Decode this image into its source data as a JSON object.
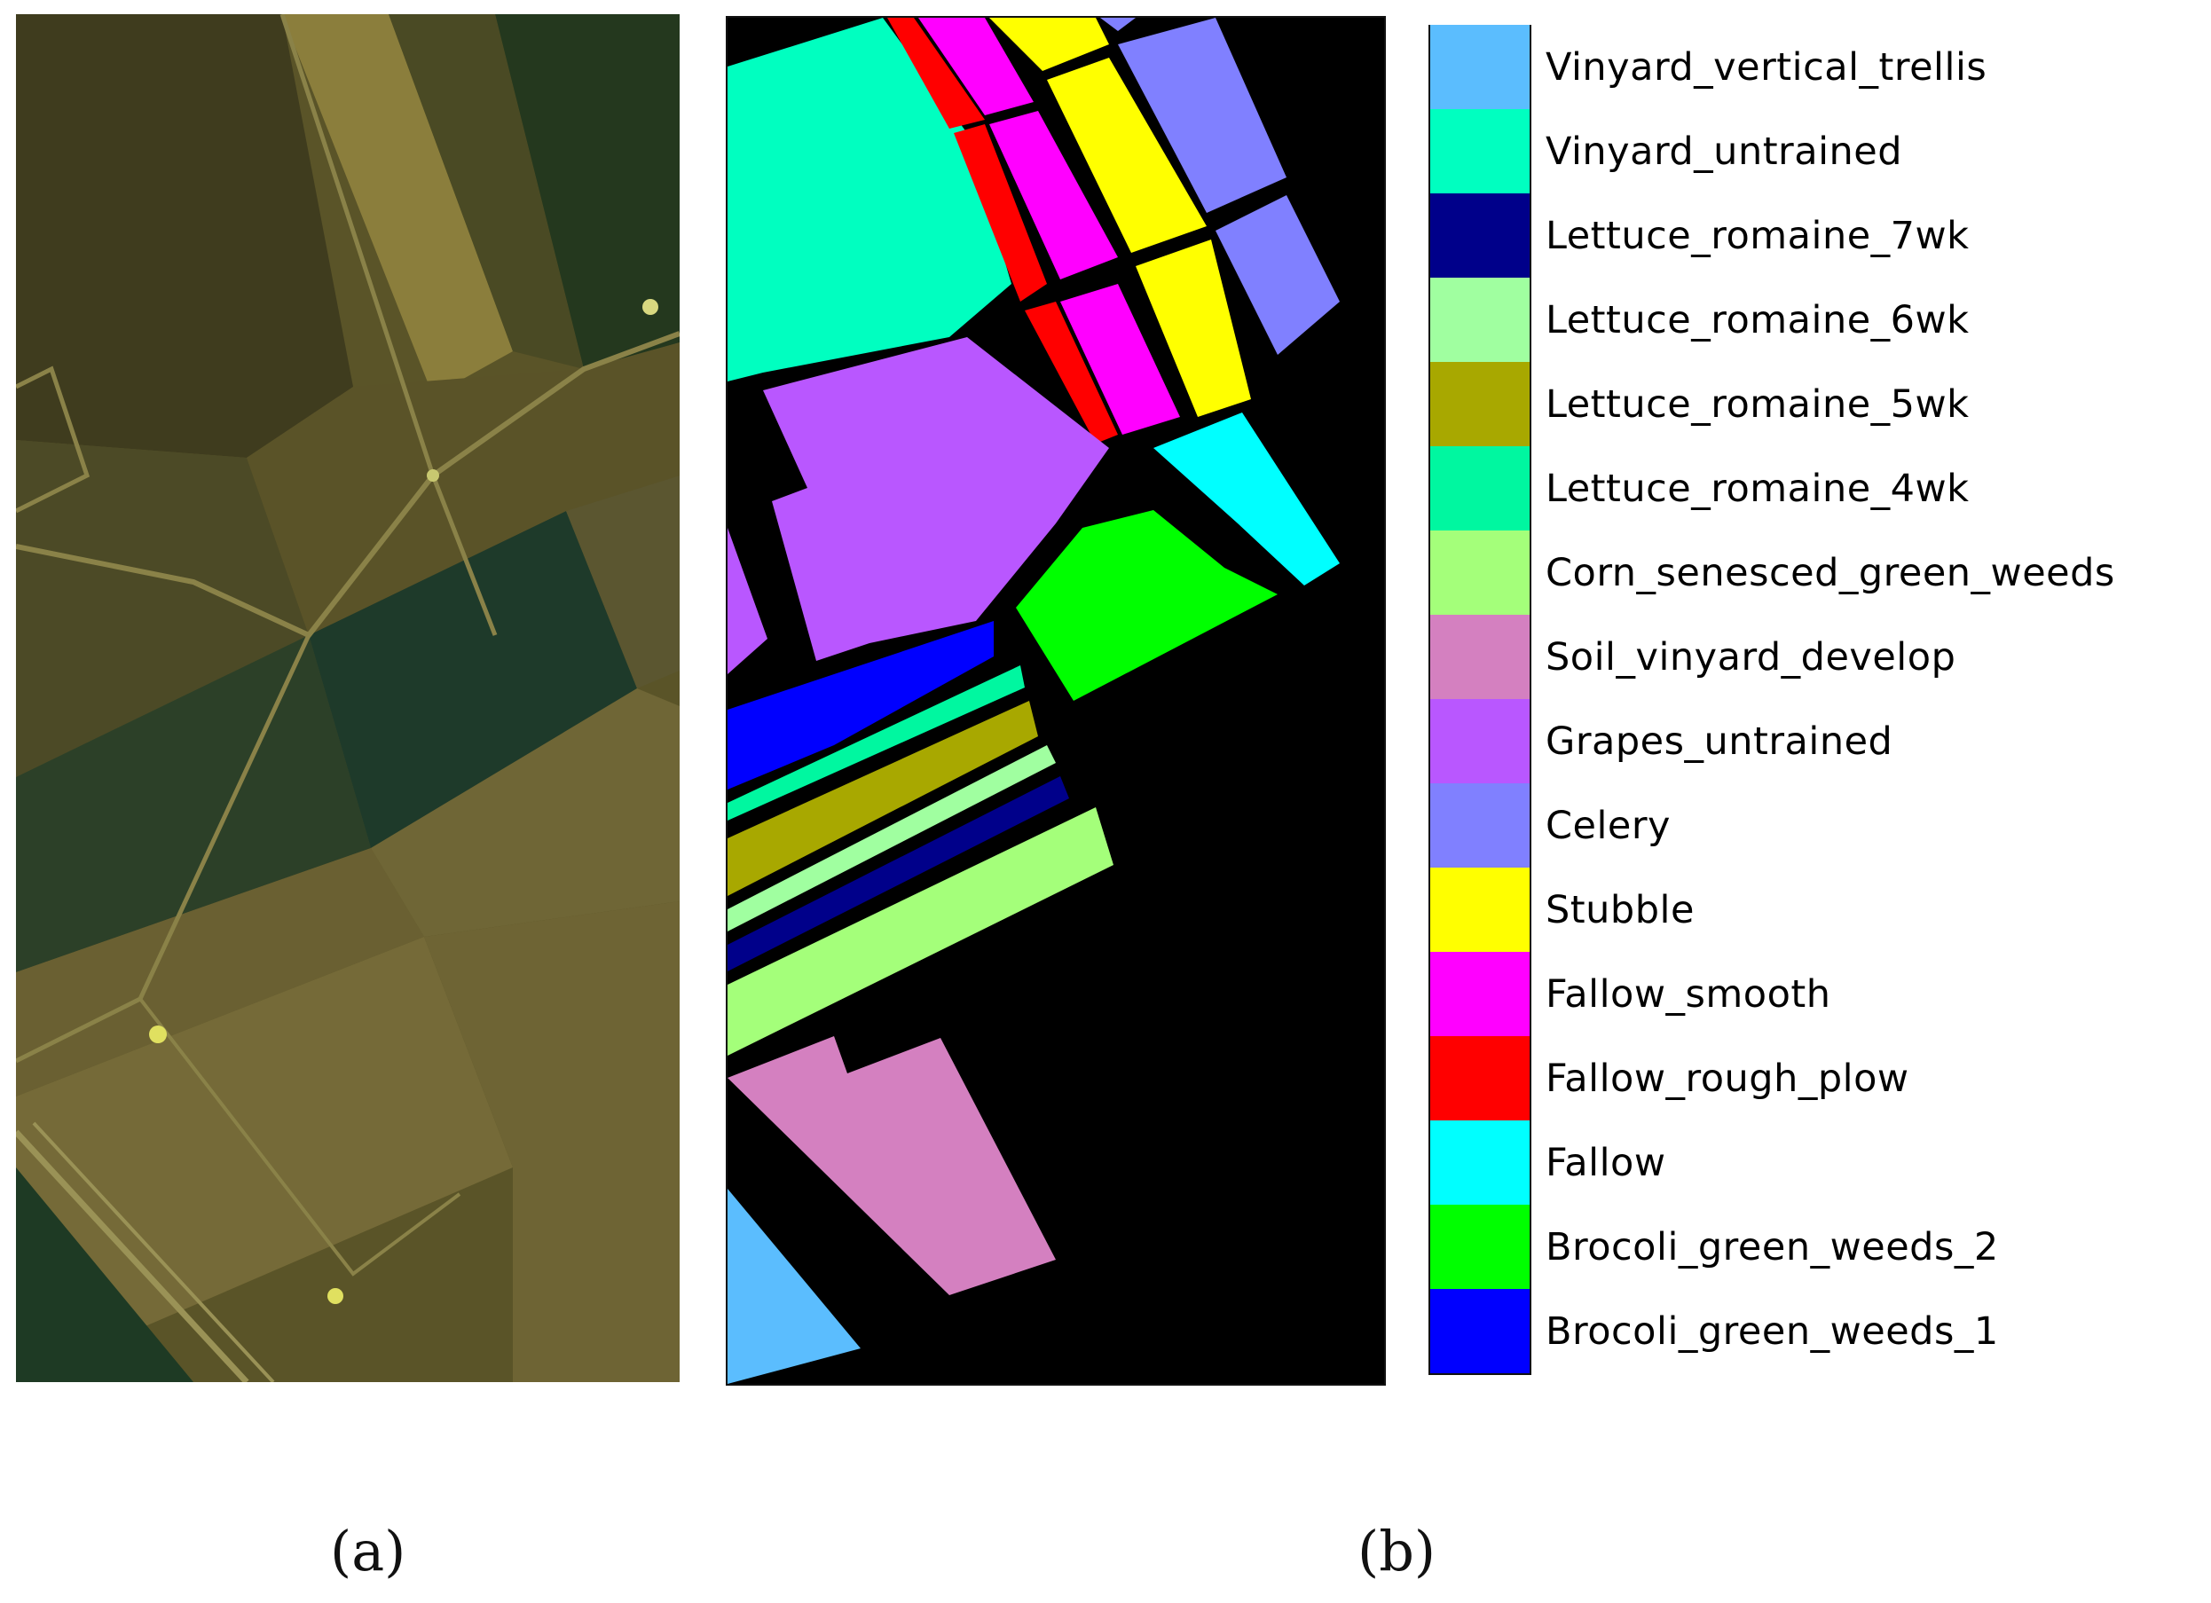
{
  "captions": {
    "a": "(a)",
    "b": "(b)"
  },
  "legend": [
    {
      "label": "Vinyard_vertical_trellis",
      "color": "#5bbdfe"
    },
    {
      "label": "Vinyard_untrained",
      "color": "#00ffc0"
    },
    {
      "label": "Lettuce_romaine_7wk",
      "color": "#00008a"
    },
    {
      "label": "Lettuce_romaine_6wk",
      "color": "#a0ffa0"
    },
    {
      "label": "Lettuce_romaine_5wk",
      "color": "#a8a800"
    },
    {
      "label": "Lettuce_romaine_4wk",
      "color": "#00f7a0"
    },
    {
      "label": "Corn_senesced_green_weeds",
      "color": "#a4ff7a"
    },
    {
      "label": "Soil_vinyard_develop",
      "color": "#d480c0"
    },
    {
      "label": "Grapes_untrained",
      "color": "#b957ff"
    },
    {
      "label": "Celery",
      "color": "#8080ff"
    },
    {
      "label": "Stubble",
      "color": "#ffff00"
    },
    {
      "label": "Fallow_smooth",
      "color": "#ff00ff"
    },
    {
      "label": "Fallow_rough_plow",
      "color": "#ff0000"
    },
    {
      "label": "Fallow",
      "color": "#00ffff"
    },
    {
      "label": "Brocoli_green_weeds_2",
      "color": "#00ff00"
    },
    {
      "label": "Brocoli_green_weeds_1",
      "color": "#0000ff"
    }
  ]
}
